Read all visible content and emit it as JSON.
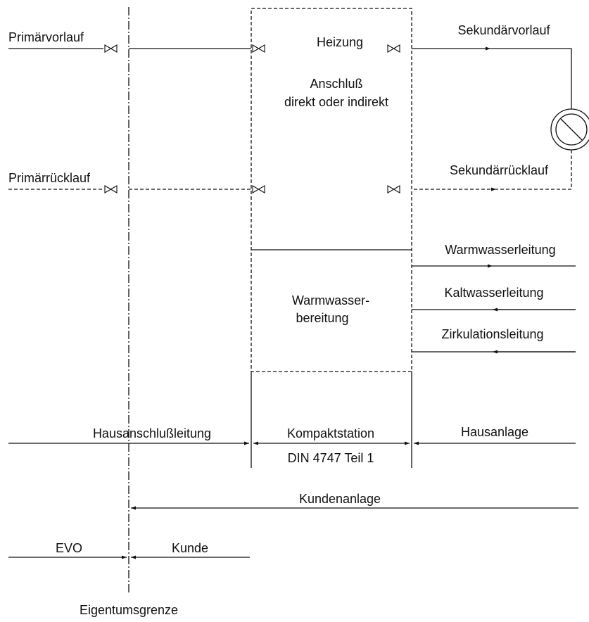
{
  "labels": {
    "primaervorlauf": "Primärvorlauf",
    "primaerruecklauf": "Primärrücklauf",
    "heizung": "Heizung",
    "anschluss_line1": "Anschluß",
    "anschluss_line2": "direkt oder indirekt",
    "sekundaervorlauf": "Sekundärvorlauf",
    "sekundaerruecklauf": "Sekundärrücklauf",
    "warmwasserleitung": "Warmwasserleitung",
    "kaltwasserleitung": "Kaltwasserleitung",
    "zirkulationsleitung": "Zirkulationsleitung",
    "warmwasserbereitung_line1": "Warmwasser-",
    "warmwasserbereitung_line2": "bereitung",
    "hausanschlussleitung": "Hausanschlußleitung",
    "kompaktstation": "Kompaktstation",
    "din": "DIN 4747 Teil 1",
    "hausanlage": "Hausanlage",
    "kundenanlage": "Kundenanlage",
    "evo": "EVO",
    "kunde": "Kunde",
    "eigentumsgrenze": "Eigentumsgrenze"
  },
  "colors": {
    "line": "#111111",
    "background": "#ffffff"
  },
  "icons": {
    "valve": "gate-valve-icon",
    "pump": "circulation-pump-icon"
  }
}
